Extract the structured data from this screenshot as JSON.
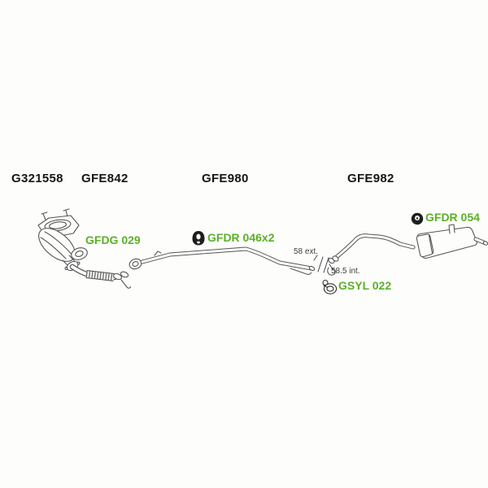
{
  "diagram": {
    "kind": "exhaust-system-parts-diagram",
    "headings": [
      {
        "id": "catalytic-converter",
        "label": "G321558"
      },
      {
        "id": "front-flex-pipe",
        "label": "GFE842"
      },
      {
        "id": "centre-pipe",
        "label": "GFE980"
      },
      {
        "id": "rear-silencer",
        "label": "GFE982"
      }
    ],
    "part_tags": [
      {
        "id": "gasket",
        "label": "GFDG 029",
        "icon": "gasket-ring-icon"
      },
      {
        "id": "centre-mount",
        "label": "GFDR 046x2",
        "icon": "rubber-mount-icon"
      },
      {
        "id": "rear-mount",
        "label": "GFDR 054",
        "icon": "rubber-mount-icon"
      },
      {
        "id": "clamp",
        "label": "GSYL 022",
        "icon": "clamp-icon"
      }
    ],
    "measurements": [
      {
        "id": "pipe-outer-diameter",
        "label": "58 ext."
      },
      {
        "id": "pipe-inner-diameter",
        "label": "58.5 int."
      }
    ],
    "colors": {
      "part_tag_green": "#5bb027",
      "heading_text": "#161616",
      "line_art": "#565656",
      "background": "#fdfdfc"
    }
  }
}
